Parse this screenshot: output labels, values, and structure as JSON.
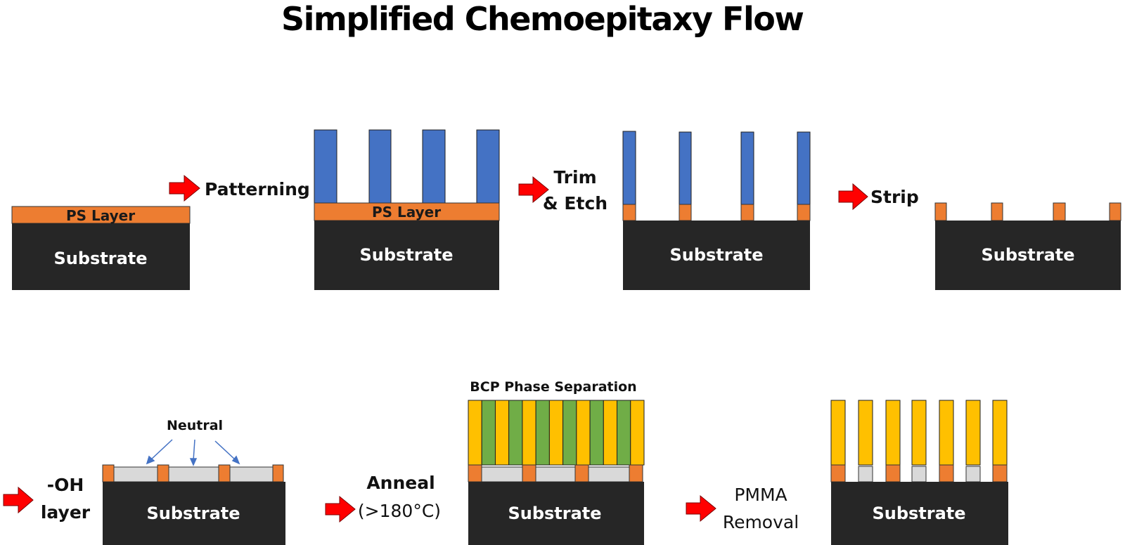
{
  "title": "Simplified Chemoepitaxy Flow",
  "labels": {
    "substrate": "Substrate",
    "ps_layer": "PS Layer",
    "neutral": "Neutral",
    "bcp": "BCP Phase Separation"
  },
  "steps": {
    "patterning": "Patterning",
    "trim_1": "Trim",
    "trim_2": "& Etch",
    "strip": "Strip",
    "oh_1": "-OH",
    "oh_2": "layer",
    "anneal_1": "Anneal",
    "anneal_2": "(>180°C)",
    "pmma_1": "PMMA",
    "pmma_2": "Removal"
  },
  "colors": {
    "substrate": "#262626",
    "ps": "#ED7D31",
    "resist": "#4472C4",
    "neutral": "#D9D9D9",
    "pmma": "#70AD47",
    "ps_block": "#FFC000",
    "arrow": "#FF0000",
    "pointer": "#4472C4"
  }
}
